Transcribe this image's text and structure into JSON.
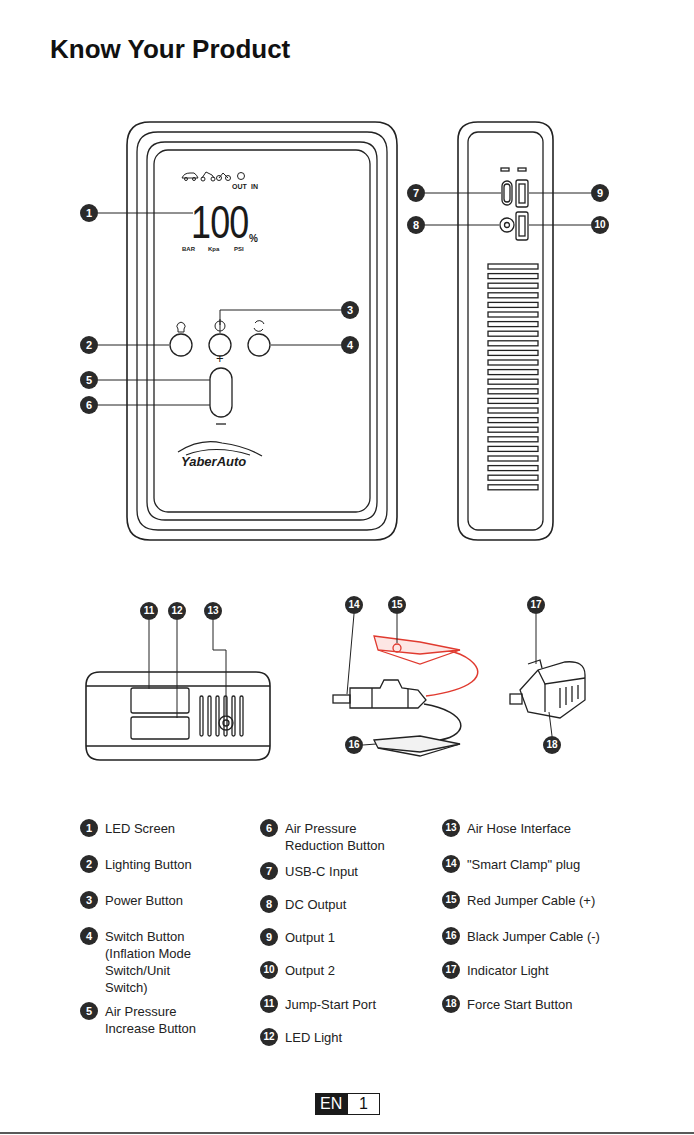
{
  "diagram": {
    "title": "Know Your Product",
    "nodes": [
      {
        "text": [
          "1"
        ]
      },
      {
        "text": [
          "2"
        ]
      },
      {
        "text": [
          "3"
        ]
      },
      {
        "text": [
          "4"
        ]
      },
      {
        "text": [
          "5"
        ]
      },
      {
        "text": [
          "6"
        ]
      },
      {
        "text": [
          "7"
        ]
      },
      {
        "text": [
          "8"
        ]
      },
      {
        "text": [
          "9"
        ]
      },
      {
        "text": [
          "10"
        ]
      },
      {
        "text": [
          "11"
        ]
      },
      {
        "text": [
          "12"
        ]
      },
      {
        "text": [
          "13"
        ]
      },
      {
        "text": [
          "14"
        ]
      },
      {
        "text": [
          "15"
        ]
      },
      {
        "text": [
          "16"
        ]
      },
      {
        "text": [
          "17"
        ]
      },
      {
        "text": [
          "18"
        ]
      },
      {
        "text": [
          "1",
          "LED Screen"
        ]
      },
      {
        "text": [
          "2",
          "Lighting Button"
        ]
      },
      {
        "text": [
          "3",
          "Power Button"
        ]
      },
      {
        "text": [
          "4",
          "Switch Button (Inflation Mode Switch/Unit Switch)"
        ]
      },
      {
        "text": [
          "5",
          "Air Pressure Increase Button"
        ]
      },
      {
        "text": [
          "6",
          "Air Pressure Reduction Button"
        ]
      },
      {
        "text": [
          "7",
          "USB-C Input"
        ]
      },
      {
        "text": [
          "8",
          "DC Output"
        ]
      },
      {
        "text": [
          "9",
          "Output 1"
        ]
      },
      {
        "text": [
          "10",
          "Output 2"
        ]
      },
      {
        "text": [
          "11",
          "Jump-Start Port"
        ]
      },
      {
        "text": [
          "12",
          "LED Light"
        ]
      },
      {
        "text": [
          "13",
          "Air Hose Interface"
        ]
      },
      {
        "text": [
          "14",
          "\"Smart Clamp\" plug"
        ]
      },
      {
        "text": [
          "15",
          "Red Jumper Cable (+)"
        ]
      },
      {
        "text": [
          "16",
          "Black Jumper Cable (-)"
        ]
      },
      {
        "text": [
          "17",
          "Indicator Light"
        ]
      },
      {
        "text": [
          "18",
          "Force Start Button"
        ]
      },
      {
        "text": [
          "EN"
        ]
      },
      {
        "text": [
          "1"
        ]
      }
    ],
    "labels": [
      "OUT",
      "IN",
      "100",
      "%",
      "BAR",
      "Kpa",
      "PSI",
      "+",
      "YaberAuto"
    ]
  }
}
